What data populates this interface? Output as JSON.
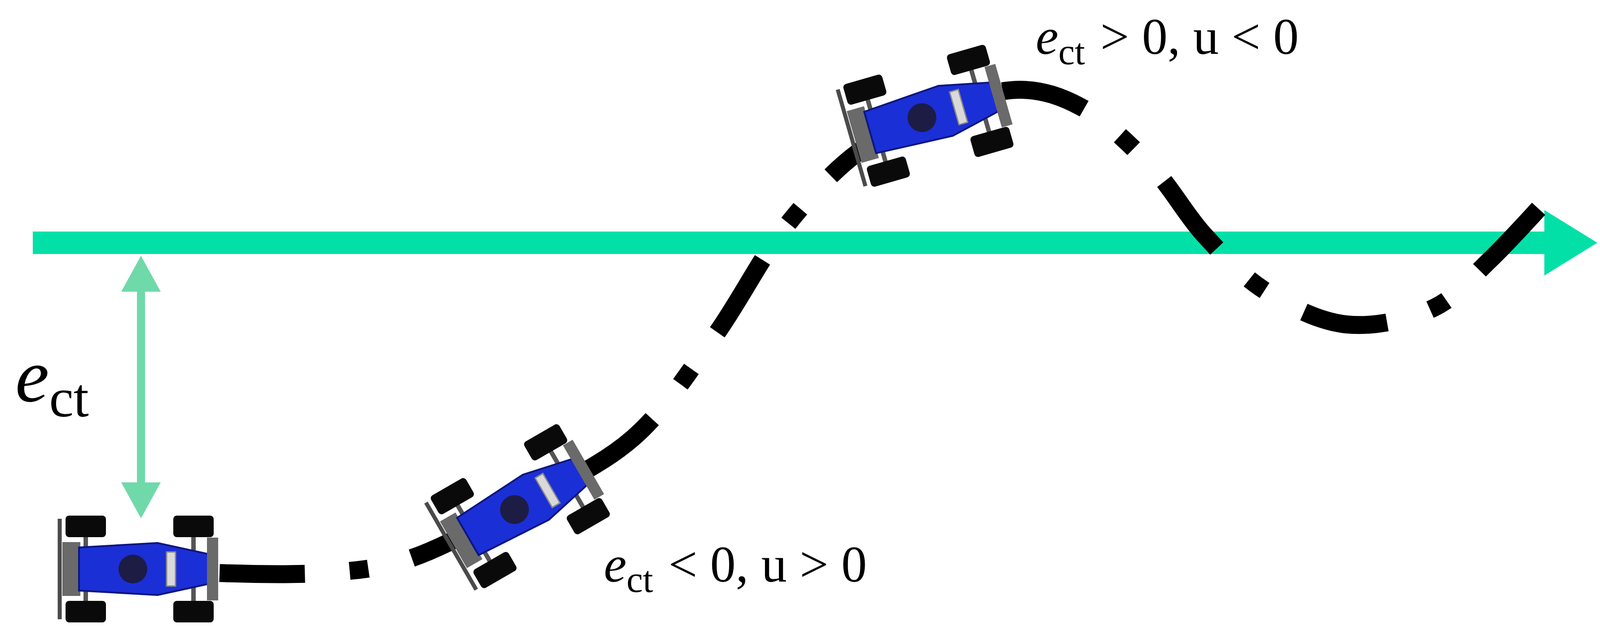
{
  "diagram": {
    "labels": [
      "e",
      "ct",
      "> 0, u < 0",
      "e",
      "ct",
      "e",
      "ct",
      "< 0, u > 0"
    ]
  }
}
